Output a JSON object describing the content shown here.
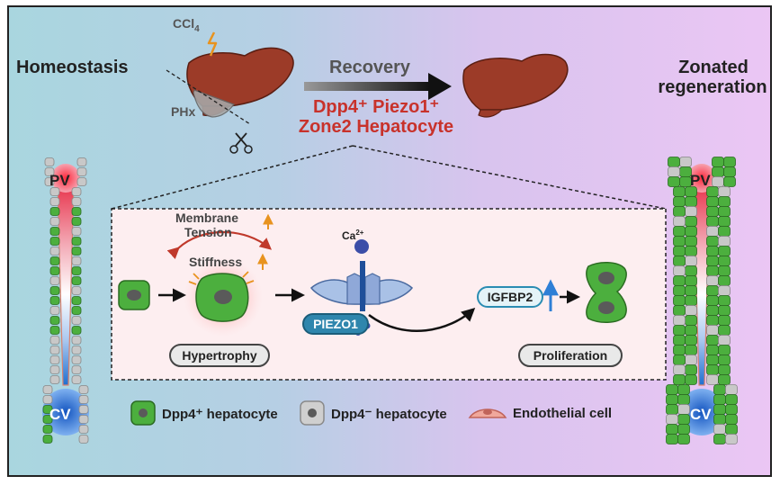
{
  "labels": {
    "homeostasis": "Homeostasis",
    "zonated_line1": "Zonated",
    "zonated_line2": "regeneration",
    "ccl4": "CCl",
    "ccl4_sub": "4",
    "phx": "PHx",
    "recovery": "Recovery",
    "subpop_line1": "Dpp4⁺ Piezo1⁺",
    "subpop_line2": "Zone2 Hepatocyte",
    "pv": "PV",
    "cv": "CV",
    "membrane_line1": "Membrane",
    "membrane_line2": "Tension",
    "stiffness": "Stiffness",
    "ca": "Ca",
    "ca_sup": "2+",
    "piezo1": "PIEZO1",
    "igfbp2": "IGFBP2",
    "hypertrophy": "Hypertrophy",
    "proliferation": "Proliferation"
  },
  "legend": {
    "dpp4_pos": "Dpp4⁺ hepatocyte",
    "dpp4_neg": "Dpp4⁻ hepatocyte",
    "endothelial": "Endothelial cell"
  },
  "colors": {
    "green_cell": "#4caf3e",
    "gray_cell": "#c8c8c8",
    "liver": "#9c3b28",
    "red_text": "#c8322b",
    "pv_red": "#e8324a",
    "cv_blue": "#1f6fd0",
    "piezo_blue": "#2f86ad"
  }
}
